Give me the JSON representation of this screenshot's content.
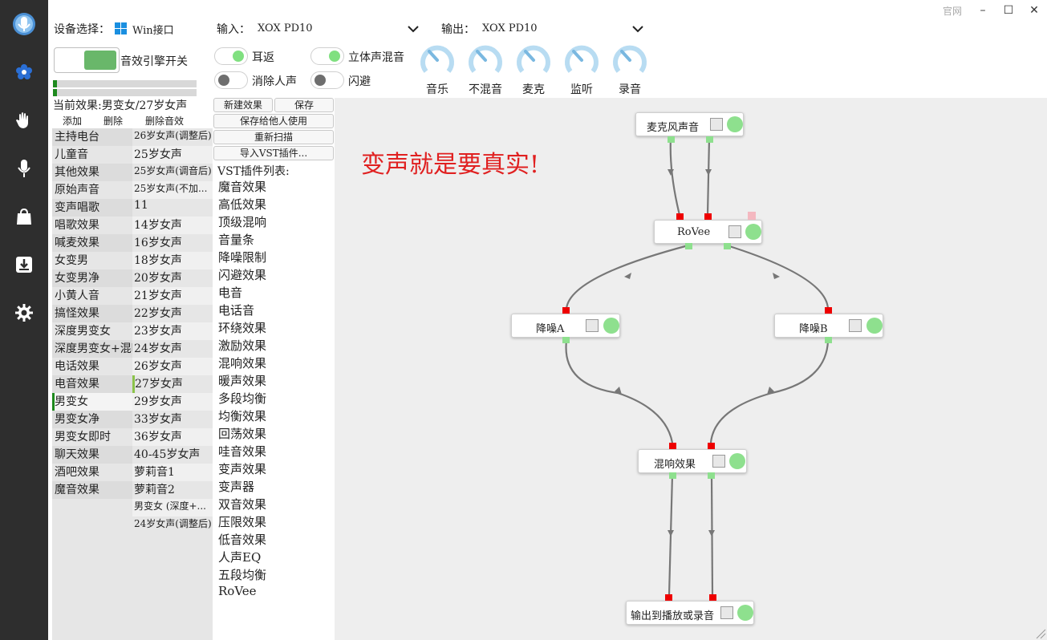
{
  "window": {
    "official_link": "官网",
    "minimize": "–",
    "maximize": "☐",
    "close": "✕"
  },
  "sidebar": {
    "items": [
      {
        "icon": "microphone-logo-icon"
      },
      {
        "icon": "flower-icon"
      },
      {
        "icon": "hand-wave-icon"
      },
      {
        "icon": "microphone-icon"
      },
      {
        "icon": "shopping-bag-icon"
      },
      {
        "icon": "download-icon"
      },
      {
        "icon": "gear-icon"
      }
    ]
  },
  "device": {
    "label": "设备选择：",
    "value": "Win接口"
  },
  "input": {
    "label": "输入：",
    "value": "XOX PD10"
  },
  "output": {
    "label": "输出：",
    "value": "XOX PD10"
  },
  "engine": {
    "label": "音效引擎开关",
    "on": true
  },
  "toggles": {
    "monitor": {
      "label": "耳返",
      "on": true
    },
    "stereo_mix": {
      "label": "立体声混音",
      "on": true
    },
    "vocal_remove": {
      "label": "消除人声",
      "on": false
    },
    "ducking": {
      "label": "闪避",
      "on": false
    }
  },
  "knobs": [
    "音乐",
    "不混音",
    "麦克",
    "监听",
    "录音"
  ],
  "current_effect": "当前效果:男变女/27岁女声",
  "effect_actions": {
    "add": "添加",
    "delete": "删除",
    "delete_sound": "删除音效"
  },
  "categories": [
    "主持电台",
    "儿童音",
    "其他效果",
    "原始声音",
    "变声唱歌",
    "唱歌效果",
    "喊麦效果",
    "女变男",
    "女变男净",
    "小黄人音",
    "搞怪效果",
    "深度男变女",
    "深度男变女+混响",
    "电话效果",
    "电音效果",
    "男变女",
    "男变女净",
    "男变女即时",
    "聊天效果",
    "酒吧效果",
    "魔音效果"
  ],
  "presets": [
    "26岁女声(调整后)",
    "25岁女声",
    "25岁女声(调音后)",
    "25岁女声(不加...",
    "11",
    "14岁女声",
    "16岁女声",
    "18岁女声",
    "20岁女声",
    "21岁女声",
    "22岁女声",
    "23岁女声",
    "24岁女声",
    "26岁女声",
    "27岁女声",
    "29岁女声",
    "33岁女声",
    "36岁女声",
    "40-45岁女声",
    "萝莉音1",
    "萝莉音2",
    "男变女 (深度+...",
    "24岁女声(调整后)"
  ],
  "selected_category": "男变女",
  "selected_preset": "27岁女声",
  "buttons": {
    "new_effect": "新建效果",
    "save": "保存",
    "save_for_others": "保存给他人使用",
    "rescan": "重新扫描",
    "import_vst": "导入VST插件..."
  },
  "vst_list_title": "VST插件列表:",
  "vst_plugins": [
    "魔音效果",
    "高低效果",
    "顶级混响",
    "音量条",
    "降噪限制",
    "闪避效果",
    "电音",
    "电话音",
    "环绕效果",
    "激励效果",
    "混响效果",
    "暖声效果",
    "多段均衡",
    "均衡效果",
    "回荡效果",
    "哇音效果",
    "变声效果",
    "变声器",
    "双音效果",
    "压限效果",
    "低音效果",
    "人声EQ",
    "五段均衡",
    "RoVee"
  ],
  "headline": "变声就是要真实!",
  "nodes": [
    "麦克风声音",
    "RoVee",
    "降噪A",
    "降噪B",
    "混响效果",
    "输出到播放或录音"
  ],
  "colors": {
    "sidebar": "#2e2e2e",
    "accent_green": "#8ee08e",
    "port_red": "#ee0000",
    "headline_red": "#e02020",
    "canvas": "#eeeeee"
  }
}
